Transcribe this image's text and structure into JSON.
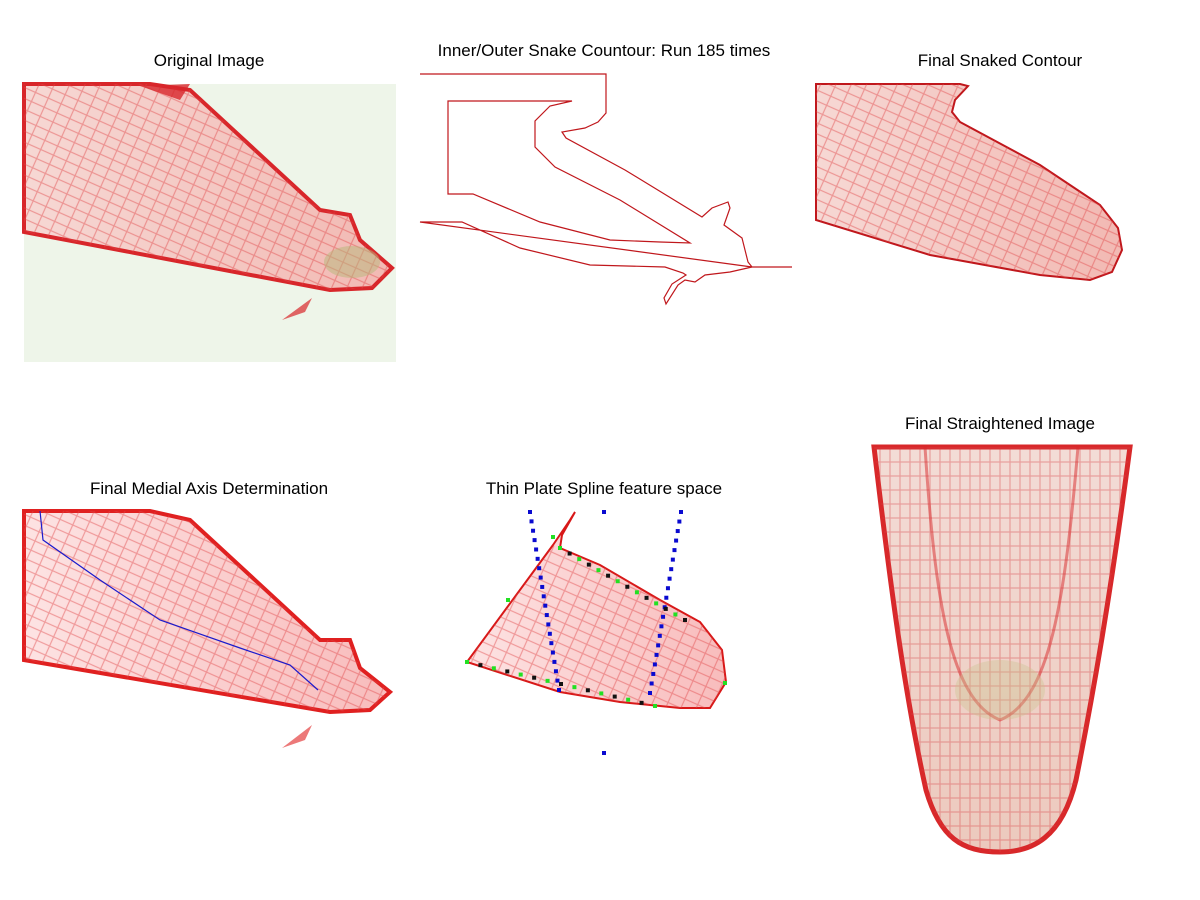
{
  "panels": {
    "original": {
      "title": "Original Image"
    },
    "snake": {
      "title": "Inner/Outer Snake Countour: Run 185 times"
    },
    "final_snaked": {
      "title": "Final Snaked Contour"
    },
    "medial_axis": {
      "title": "Final Medial Axis Determination"
    },
    "tps": {
      "title": "Thin Plate Spline feature space"
    },
    "straightened": {
      "title": "Final Straightened Image"
    }
  },
  "colors": {
    "contour": "#c0171c",
    "tissue": "#e8282a",
    "medial_axis": "#1a1acc",
    "control_points": "#0a0ad0",
    "landmarks": "#22e022"
  }
}
